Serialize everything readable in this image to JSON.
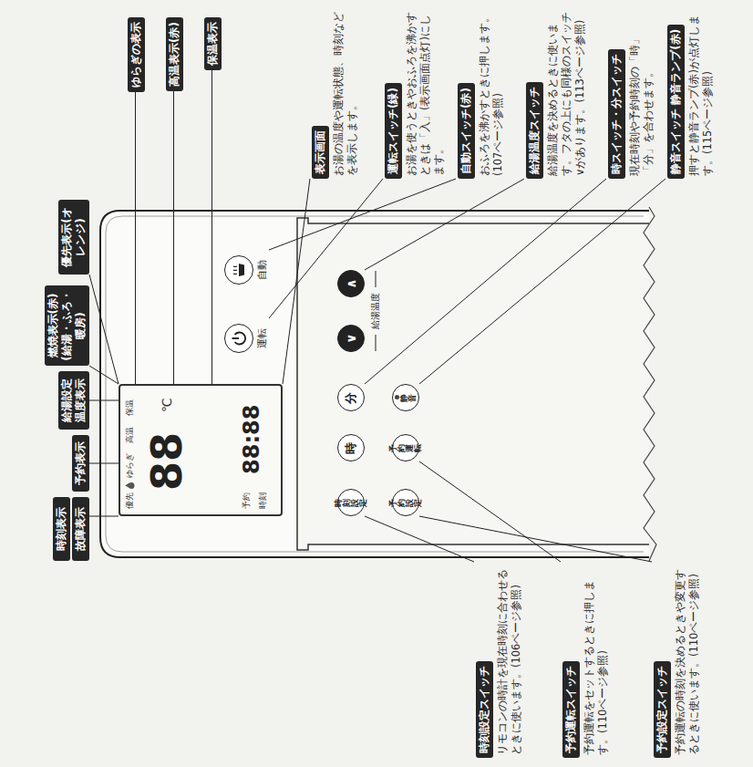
{
  "diagram": {
    "nodes": [
      {
        "text": [
          "時刻表示",
          "故障表示"
        ]
      },
      {
        "text": [
          "予約表示"
        ]
      },
      {
        "text": [
          "給湯設定温度表示"
        ]
      },
      {
        "text": [
          "燃焼表示(赤)(給湯・ふろ・暖房)"
        ]
      },
      {
        "text": [
          "優先表示(オレンジ)"
        ]
      },
      {
        "text": [
          "ゆらぎの表示"
        ]
      },
      {
        "text": [
          "高温表示(赤)"
        ]
      },
      {
        "text": [
          "保温表示"
        ]
      },
      {
        "text": [
          "優先",
          "ゆらぎ",
          "高温",
          "保温",
          "℃",
          "88",
          "予約",
          "時刻",
          "88:88"
        ]
      },
      {
        "text": [
          "運転"
        ]
      },
      {
        "text": [
          "自動"
        ]
      },
      {
        "text": [
          "表示画面",
          "お湯の温度や運転状態、時刻などを表示します。"
        ]
      },
      {
        "text": [
          "運転スイッチ(緑)",
          "お湯を使うときやおふろを沸かすときは「入」(表示画面点灯)にします。"
        ]
      },
      {
        "text": [
          "自動スイッチ(赤)",
          "おふろを沸かすときに押します。(107ページ参照)"
        ]
      },
      {
        "text": [
          "時刻設定"
        ]
      },
      {
        "text": [
          "時"
        ]
      },
      {
        "text": [
          "分"
        ]
      },
      {
        "text": [
          "∨"
        ]
      },
      {
        "text": [
          "∧"
        ]
      },
      {
        "text": [
          "予約設定"
        ]
      },
      {
        "text": [
          "予約運転"
        ]
      },
      {
        "text": [
          "静音"
        ]
      },
      {
        "text": [
          "給湯温度スイッチ",
          "給湯温度を決めるときに使います。フタの上にも同様のスイッチ∨があります。(113ページ参照)"
        ]
      },
      {
        "text": [
          "時スイッチ・分スイッチ",
          "現在時刻や予約時刻の「時」「分」を合わせます。"
        ]
      },
      {
        "text": [
          "静音スイッチ 静音ランプ(赤)",
          "押すと静音ランプ(赤)が点灯します。(115ページ参照)"
        ]
      },
      {
        "text": [
          "時刻設定スイッチ",
          "リモコンの時計を現在時刻に合わせるときに使います。(106ページ参照)"
        ]
      },
      {
        "text": [
          "予約運転スイッチ",
          "予約運転をセットするときに押します。(110ページ参照)"
        ]
      },
      {
        "text": [
          "予約設定スイッチ",
          "予約運転の時刻を決めるときや変更するときに使います。(110ページ参照)"
        ]
      }
    ],
    "edges": [
      {
        "from": 0,
        "to": 8,
        "arrow": "none"
      },
      {
        "from": 1,
        "to": 8,
        "arrow": "none"
      },
      {
        "from": 2,
        "to": 8,
        "arrow": "none"
      },
      {
        "from": 3,
        "to": 8,
        "arrow": "none"
      },
      {
        "from": 4,
        "to": 8,
        "arrow": "none"
      },
      {
        "from": 5,
        "to": 8,
        "arrow": "none"
      },
      {
        "from": 6,
        "to": 8,
        "arrow": "none"
      },
      {
        "from": 7,
        "to": 8,
        "arrow": "none"
      },
      {
        "from": 11,
        "to": 8,
        "arrow": "none"
      },
      {
        "from": 12,
        "to": 9,
        "arrow": "none"
      },
      {
        "from": 13,
        "to": 10,
        "arrow": "none"
      },
      {
        "from": 22,
        "to": 18,
        "arrow": "none"
      },
      {
        "from": 23,
        "to": 16,
        "arrow": "none"
      },
      {
        "from": 24,
        "to": 21,
        "arrow": "none"
      },
      {
        "from": 25,
        "to": 14,
        "arrow": "none"
      },
      {
        "from": 26,
        "to": 20,
        "arrow": "none"
      },
      {
        "from": 27,
        "to": 19,
        "arrow": "none"
      }
    ],
    "labels": [
      "給湯温度"
    ]
  }
}
